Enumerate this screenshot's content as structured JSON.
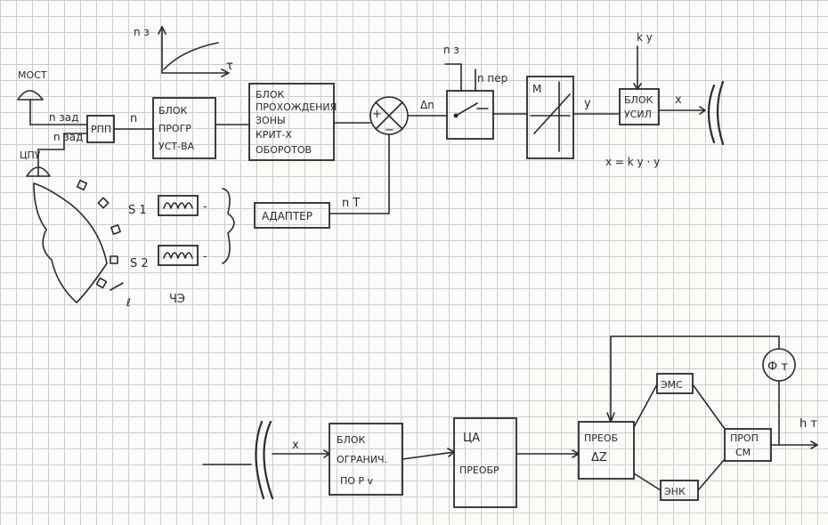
{
  "labels": {
    "most": "МОСТ",
    "tsplu": "ЦПУ",
    "n_zad_top": "n зад",
    "n_zad_bottom": "n зад",
    "rpp": "РПП",
    "n_out": "n",
    "block_program": [
      "БЛОК",
      "ПРОГР",
      "УСТ-ВА"
    ],
    "block_passage": [
      "БЛОК",
      "ПРОХОЖДЕНИЯ",
      "ЗОНЫ",
      "КРИТ-Х",
      "ОБОРОТОВ"
    ],
    "sum_plus": "+",
    "sum_minus": "−",
    "delta_n": "Δn",
    "n_z": "n з",
    "n_per": "n пер",
    "m_block": "M",
    "y_signal": "y",
    "k_y": "k y",
    "block_amp": [
      "БЛОК",
      "УСИЛ"
    ],
    "x_signal": "x",
    "formula": "x = k y · y",
    "adapter": "АДАПТЕР",
    "n_t": "n T",
    "s1": "S 1",
    "s2": "S 2",
    "ell": "ℓ",
    "ce": "ЧЭ",
    "dash": "-",
    "graph_ylabel": "n з",
    "graph_xlabel": "τ",
    "x_bottom": "x",
    "block_limit": [
      "БЛОК",
      "ОГРАНИЧ.",
      "ПО P v"
    ],
    "dac": [
      "ЦА",
      "ПРЕОБР"
    ],
    "converter": [
      "ПРЕОБ",
      "ΔZ"
    ],
    "ems": "ЭМС",
    "enk": "ЭНК",
    "prop_sm": [
      "ПРОП",
      "СМ"
    ],
    "phi_t": "Ф т",
    "h_t": "h т"
  }
}
